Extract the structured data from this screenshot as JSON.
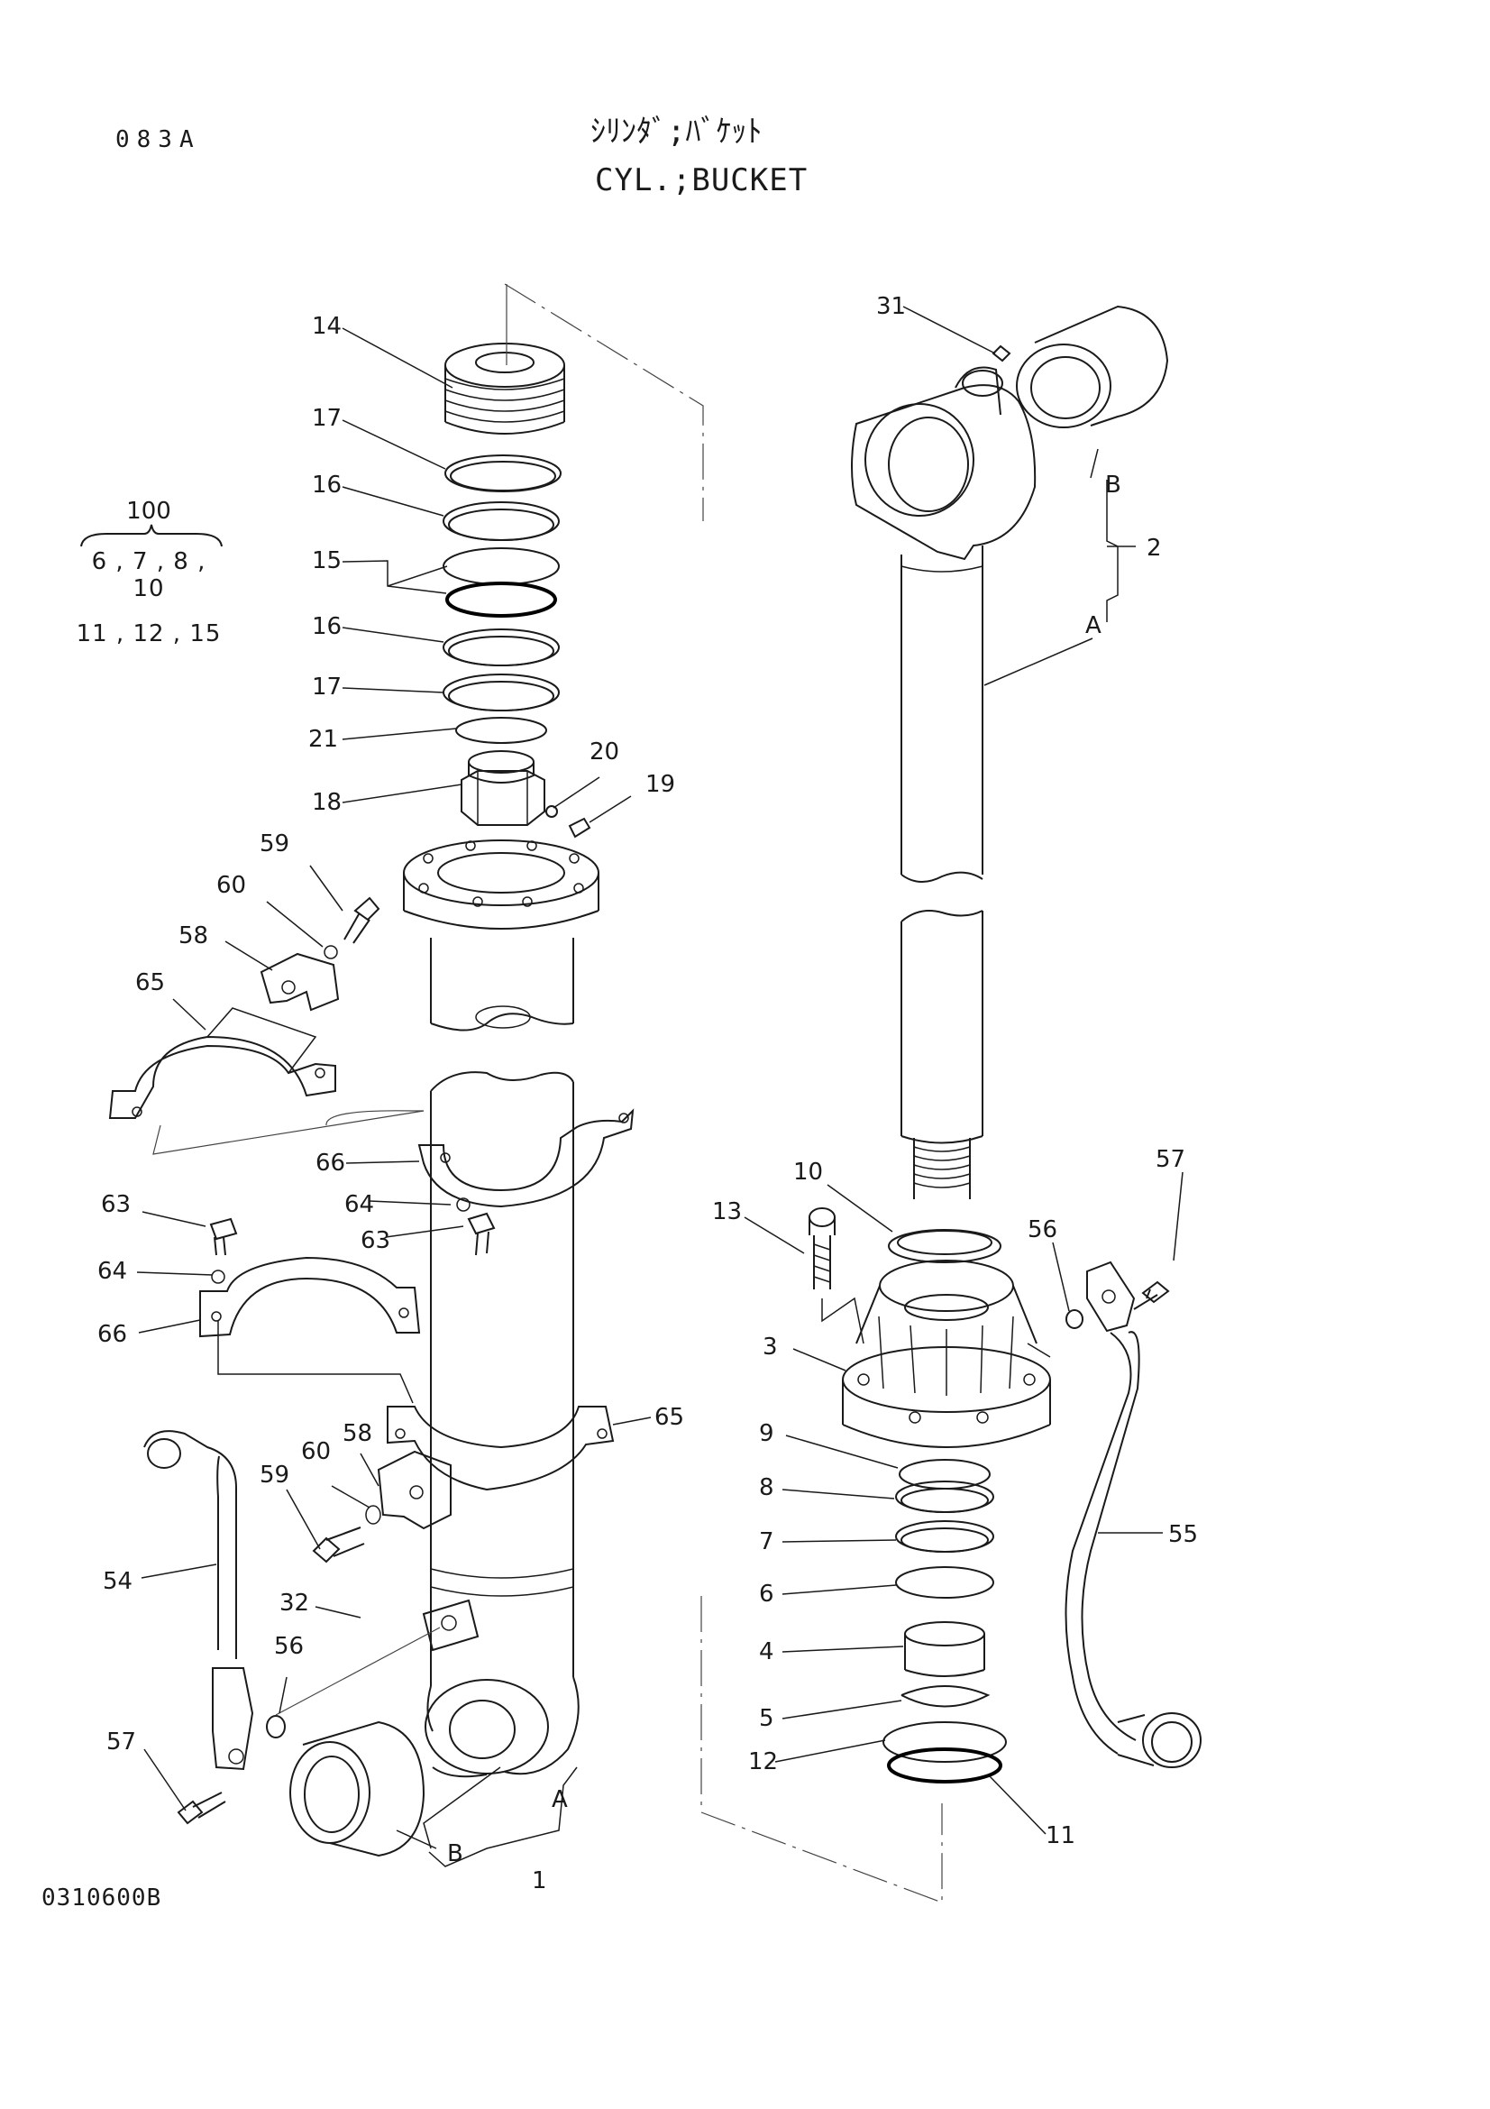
{
  "header": {
    "page_code": "083A",
    "title_jp": "ｼﾘﾝﾀﾞ;ﾊﾞｹｯﾄ",
    "title_en": "CYL.;BUCKET",
    "drawing_number": "0310600B"
  },
  "kit": {
    "number": "100",
    "includes_line1": "6 , 7 , 8 , 10",
    "includes_line2": "11 , 12 , 15"
  },
  "callouts": {
    "c14": "14",
    "c17a": "17",
    "c16a": "16",
    "c15": "15",
    "c16b": "16",
    "c17b": "17",
    "c21": "21",
    "c18": "18",
    "c20": "20",
    "c19": "19",
    "c59a": "59",
    "c60a": "60",
    "c58a": "58",
    "c65a": "65",
    "c66a": "66",
    "c64a": "64",
    "c63a": "63",
    "c63b": "63",
    "c64b": "64",
    "c66b": "66",
    "c65b": "65",
    "c58b": "58",
    "c60b": "60",
    "c59b": "59",
    "c54": "54",
    "c32": "32",
    "c56a": "56",
    "c57a": "57",
    "cA1": "A",
    "cB1": "B",
    "c1": "1",
    "c31": "31",
    "cB2": "B",
    "c2": "2",
    "cA2": "A",
    "c10": "10",
    "c13": "13",
    "c57b": "57",
    "c56b": "56",
    "c3": "3",
    "c9": "9",
    "c8": "8",
    "c7": "7",
    "c6": "6",
    "c4": "4",
    "c5": "5",
    "c12": "12",
    "c11": "11",
    "c55": "55"
  }
}
